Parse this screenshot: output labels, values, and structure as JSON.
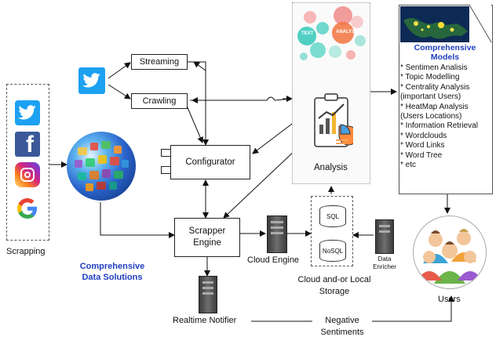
{
  "sources": {
    "caption": "Scrapping",
    "icons": [
      "twitter-icon",
      "facebook-icon",
      "instagram-icon",
      "google-icon"
    ]
  },
  "nodes": {
    "streaming": "Streaming",
    "crawling": "Crawling",
    "configurator": "Configurator",
    "scrapper_engine": "Scrapper Engine",
    "cloud_engine": "Cloud Engine",
    "realtime_notifier": "Realtime Notifier",
    "data_enricher": "Data Enricher",
    "sql": "SQL",
    "nosql": "NoSQL",
    "storage": "Cloud and-or Local Storage",
    "analysis": "Analysis",
    "users": "Users",
    "negative": "Negative Sentiments"
  },
  "wordcloud": {
    "text": "TEXT",
    "analysis": "ANALYSIS"
  },
  "comprehensive_solutions": "Comprehensive Data Solutions",
  "models": {
    "title": "Comprehensive Models",
    "items": [
      "* Sentimen Analisis",
      "* Topic Modelling",
      "* Centrality Analysis (important Users)",
      "* HeatMap Analysis (Users Locations)",
      "* Information Retrieval",
      "* Wordclouds",
      "* Word Links",
      "* Word Tree",
      "* etc"
    ]
  },
  "colors": {
    "twitter": "#1da1f2",
    "facebook": "#3b5998",
    "instagram": "#c13584",
    "accent_blue": "#1f3fbf"
  }
}
